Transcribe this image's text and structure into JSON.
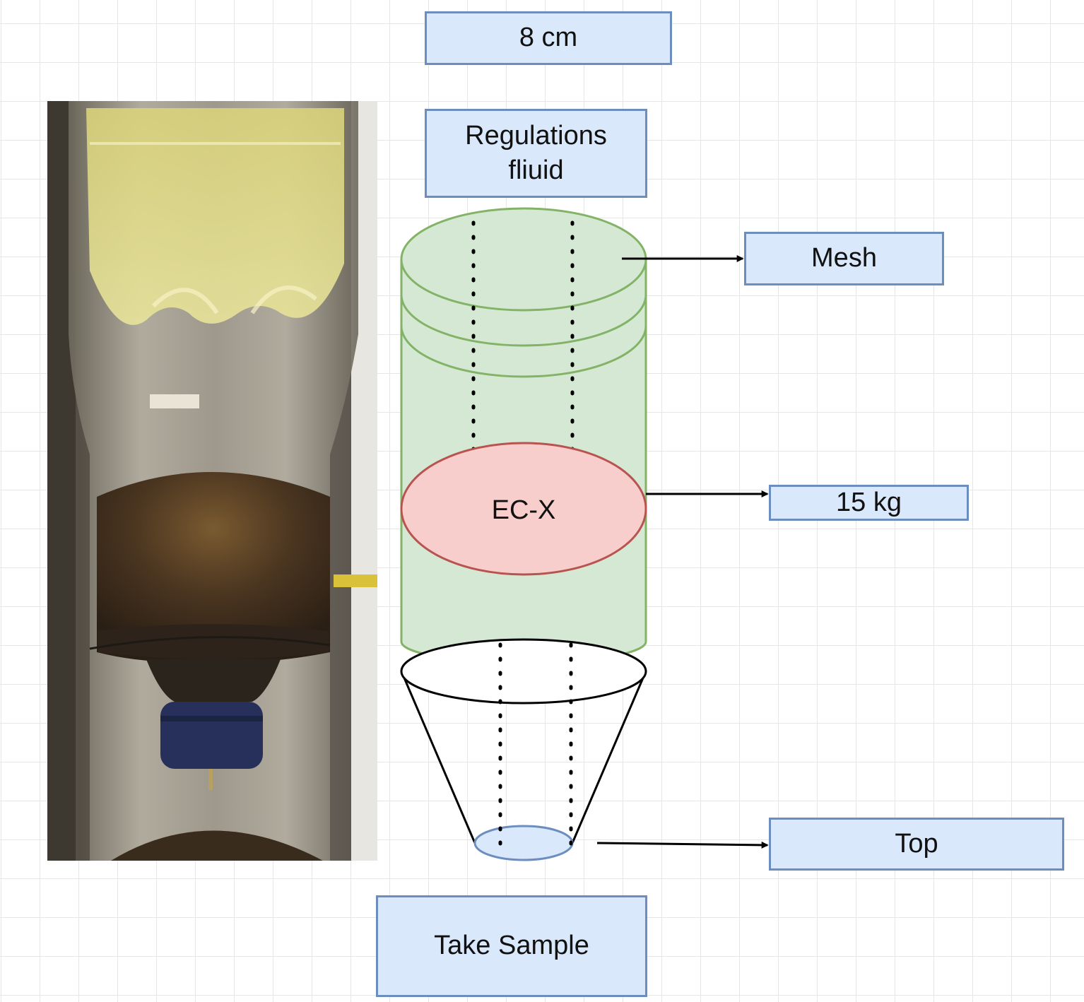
{
  "labels": {
    "width": "8 cm",
    "regulation": "Regulations\nfliuid",
    "mesh": "Mesh",
    "weight": "15 kg",
    "top": "Top",
    "sample": "Take  Sample",
    "ellipse": "EC-X"
  },
  "colors": {
    "box_fill": "#dae8fc",
    "box_border": "#6c8ebf",
    "cylinder_fill": "#d5e8d4",
    "cylinder_border": "#82b366",
    "ellipse_fill": "#f8cecc",
    "ellipse_border": "#b85450"
  }
}
